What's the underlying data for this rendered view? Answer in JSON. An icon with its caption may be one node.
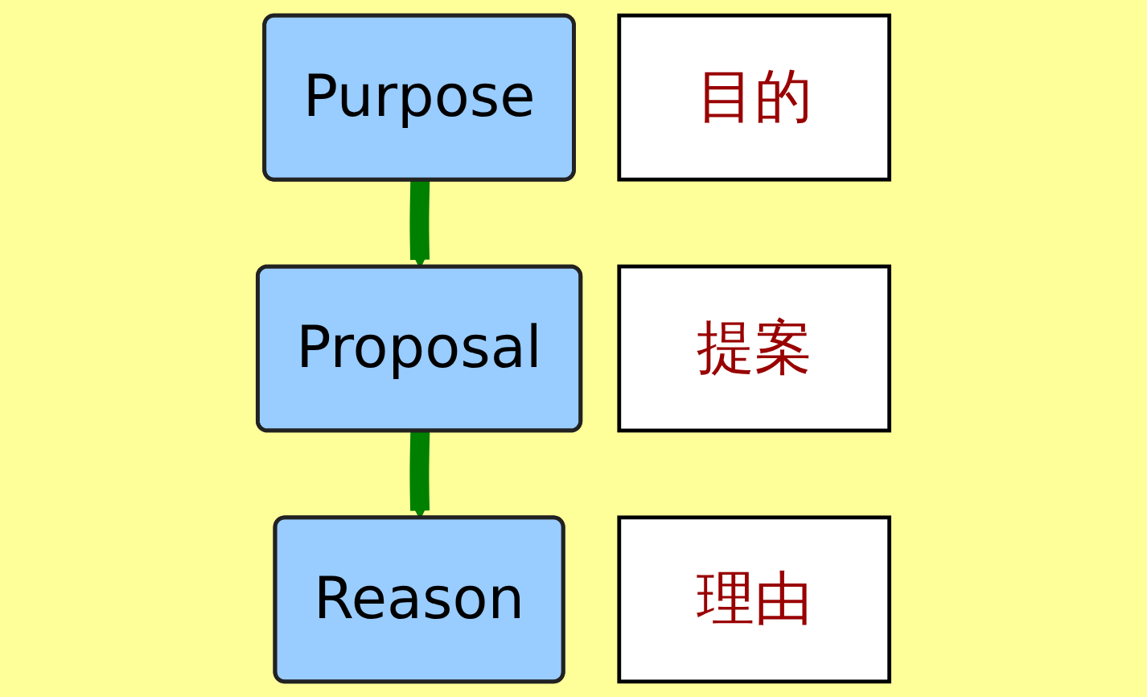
{
  "diagram": {
    "nodes": [
      {
        "text": [
          "Purpose"
        ]
      },
      {
        "text": [
          "目的"
        ]
      },
      {
        "text": [
          "Proposal"
        ]
      },
      {
        "text": [
          "提案"
        ]
      },
      {
        "text": [
          "Reason"
        ]
      },
      {
        "text": [
          "理由"
        ]
      }
    ],
    "edges": [
      {
        "from": 0,
        "to": 2,
        "arrow": "to"
      },
      {
        "from": 2,
        "to": 4,
        "arrow": "to"
      }
    ]
  }
}
